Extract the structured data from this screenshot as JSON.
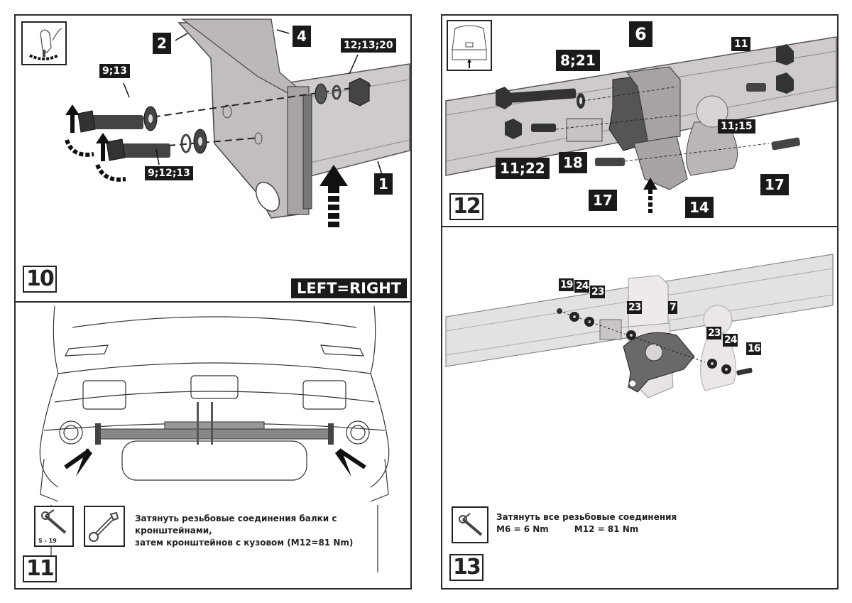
{
  "document": {
    "type": "tow-bar installation instructions",
    "language": "ru"
  },
  "steps": {
    "s10": {
      "number": "10",
      "banner": "LEFT=RIGHT",
      "icon": "hand-tighten-icon",
      "callouts": [
        "2",
        "4",
        "12;13;20",
        "9;13",
        "9;12;13",
        "1"
      ]
    },
    "s11": {
      "number": "11",
      "tool_label": "S - 19",
      "icons": [
        "torque-wrench-icon",
        "open-end-wrench-icon"
      ],
      "instruction_line1": "Затянуть резьбовые соединения балки с кронштейнами,",
      "instruction_line2": "затем кронштейнов с кузовом (M12=81 Nm)"
    },
    "s12": {
      "number": "12",
      "icon": "car-rear-view-icon",
      "callouts": [
        "6",
        "8;21",
        "11",
        "11;15",
        "11;22",
        "18",
        "17",
        "14",
        "17"
      ]
    },
    "s13": {
      "number": "13",
      "icon": "torque-wrench-icon",
      "callouts": [
        "19",
        "24",
        "23",
        "23",
        "7",
        "23",
        "24",
        "16"
      ],
      "instruction_line1": "Затянуть все резьбовые соединения",
      "torque_m6": "M6 = 6 Nm",
      "torque_m12": "M12 = 81 Nm"
    }
  },
  "colors": {
    "border": "#2a2a2a",
    "callout_bg": "#1a1a1a",
    "callout_text": "#ffffff",
    "part_fill": "#c9c4c4",
    "part_dark": "#3a3a3a",
    "ghost_fill": "#e6e3e3"
  }
}
